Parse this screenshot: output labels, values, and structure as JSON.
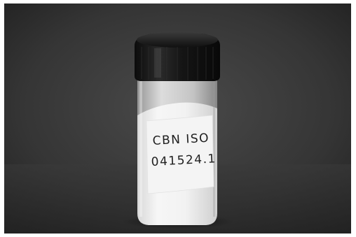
{
  "photo": {
    "subject": "glass vial with black screw cap containing white powder",
    "background": "dark grey backdrop",
    "label": {
      "line1": "CBN ISO",
      "line2": "041524.1"
    }
  },
  "colors": {
    "backdrop": "#3a3a3a",
    "cap": "#141414",
    "powder": "#efefef",
    "label_paper": "#f4f4f4"
  }
}
